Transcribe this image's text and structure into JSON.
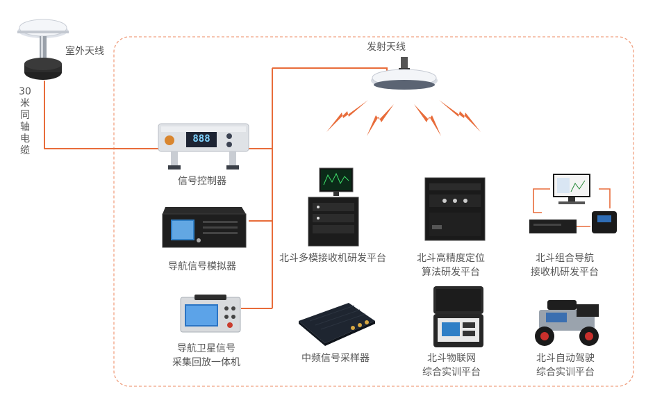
{
  "labels": {
    "outdoor_antenna": "室外天线",
    "transmit_antenna": "发射天线",
    "cable_chars": [
      "30",
      "米",
      "同",
      "轴",
      "电",
      "缆"
    ],
    "signal_controller": "信号控制器",
    "nav_simulator": "导航信号模拟器",
    "record_replay": [
      "导航卫星信号",
      "采集回放一体机"
    ],
    "multimode_receiver": "北斗多模接收机研发平台",
    "high_precision": [
      "北斗高精度定位",
      "算法研发平台"
    ],
    "integrated_nav": [
      "北斗组合导航",
      "接收机研发平台"
    ],
    "if_sampler": "中频信号采样器",
    "iot": [
      "北斗物联网",
      "综合实训平台"
    ],
    "autonomous": [
      "北斗自动驾驶",
      "综合实训平台"
    ]
  },
  "device_display": {
    "controller_readout": "888"
  },
  "colors": {
    "accent": "#e86c3a",
    "dashed_border": "#f0a080"
  }
}
